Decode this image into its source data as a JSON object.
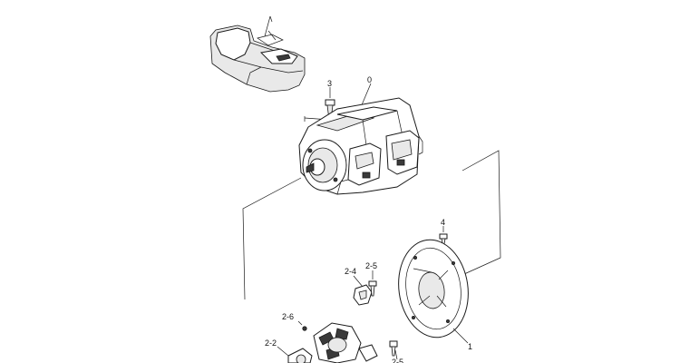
{
  "labels": {
    "part_0": "0",
    "part_1": "1",
    "part_3": "3",
    "part_4": "4",
    "part_2_2": "2-2",
    "part_2_4": "2-4",
    "part_2_5_a": "2-5",
    "part_2_5_b": "2-5",
    "part_2_6": "2-6"
  }
}
